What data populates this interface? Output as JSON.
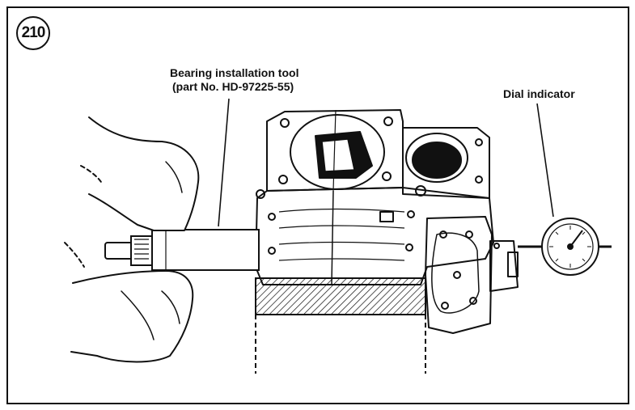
{
  "figure": {
    "number": "210"
  },
  "labels": {
    "bearing_tool": "Bearing installation tool",
    "bearing_tool_part": "(part No. HD-97225-55)",
    "dial_indicator": "Dial indicator"
  },
  "colors": {
    "ink": "#111111",
    "paper": "#ffffff"
  }
}
